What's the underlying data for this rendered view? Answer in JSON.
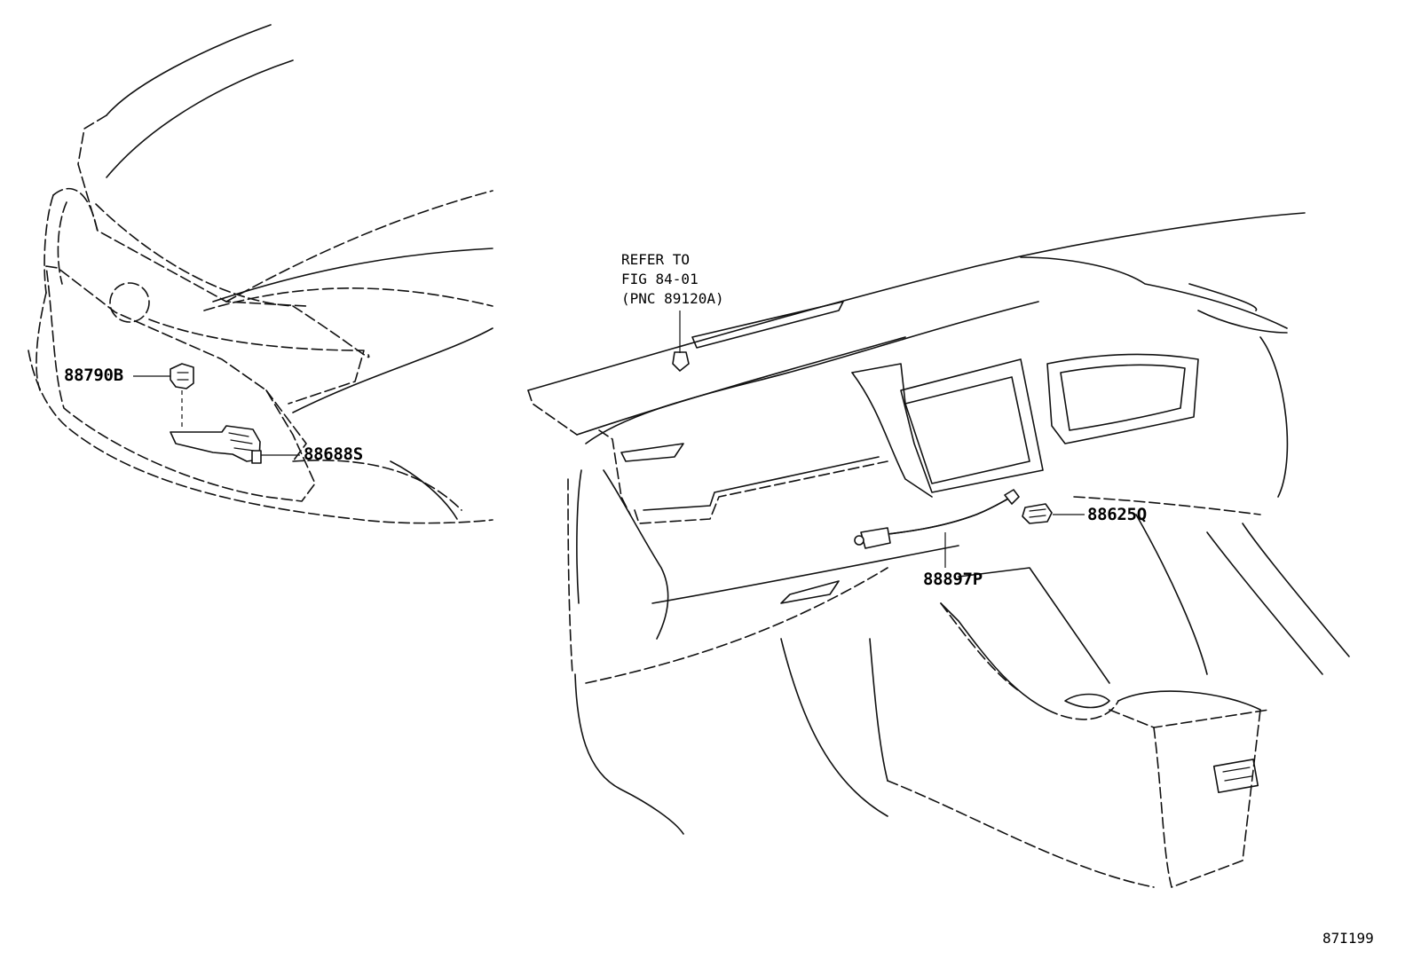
{
  "reference_note": {
    "line1": "REFER TO",
    "line2": "FIG 84-01",
    "line3": "(PNC 89120A)"
  },
  "part_labels": {
    "sensor_front": "88790B",
    "bracket_front": "88688S",
    "harness": "88897P",
    "sensor_dash": "88625Q"
  },
  "illustration_code": "87I199"
}
